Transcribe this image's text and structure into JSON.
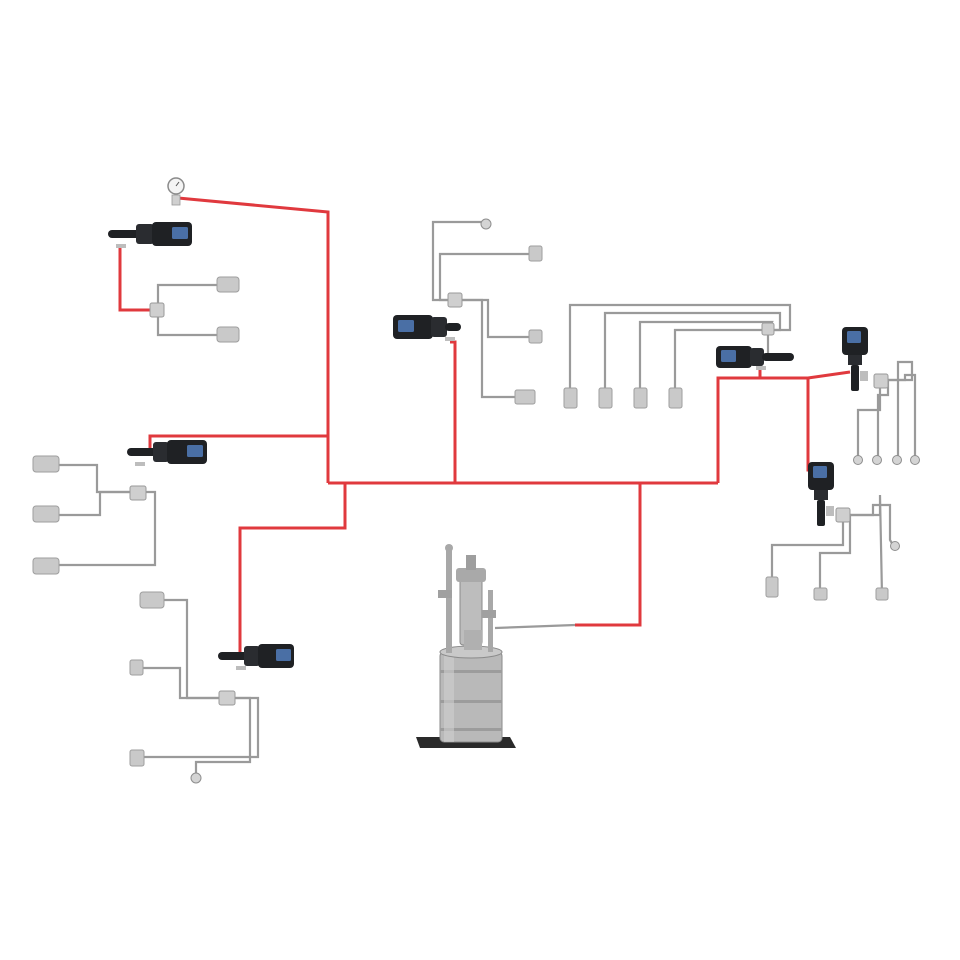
{
  "diagram": {
    "kind": "fluid distribution system schematic",
    "text_labels": [],
    "colors": {
      "supply_line": "#e0393e",
      "branch_line": "#9a9a9a",
      "dispense_point": "#c9c9c9",
      "meter_body": "#1f2124",
      "meter_screen": "#4a6fa5",
      "pump": "#b9b9b9"
    },
    "components": {
      "pump_drum": "drum-pump-icon",
      "pressure_gauges": 1,
      "handheld_meters": 5,
      "wall_meters": 2,
      "dispense_points": 25,
      "reels": 7
    }
  }
}
